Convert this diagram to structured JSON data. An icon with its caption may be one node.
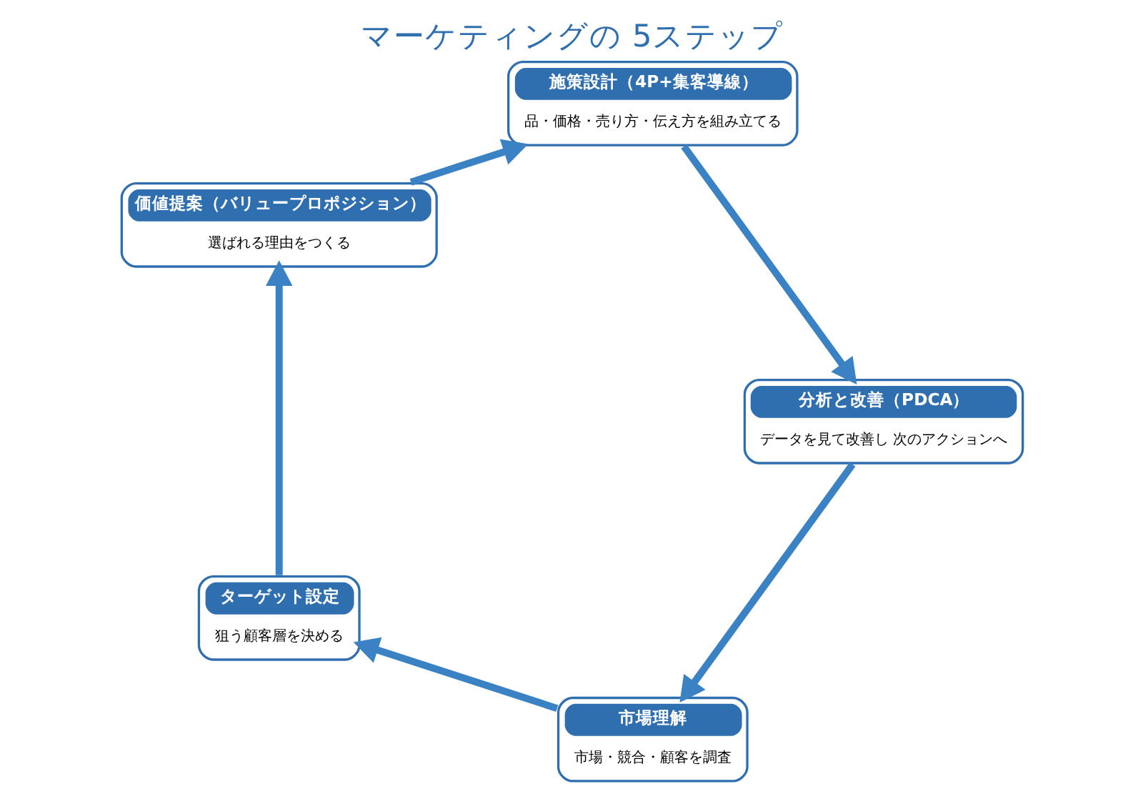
{
  "diagram": {
    "title": "マーケティングの 5ステップ",
    "nodes": [
      {
        "text": [
          "市場理解",
          "市場・競合・顧客を調査"
        ]
      },
      {
        "text": [
          "ターゲット設定",
          "狙う顧客層を決める"
        ]
      },
      {
        "text": [
          "価値提案（バリュープロポジション）",
          "選ばれる理由をつくる"
        ]
      },
      {
        "text": [
          "施策設計（4P+集客導線）",
          "品・価格・売り方・伝え方を組み立てる"
        ]
      },
      {
        "text": [
          "分析と改善（PDCA）",
          "データを見て改善し 次のアクションへ"
        ]
      }
    ],
    "edges": [
      {
        "from": 0,
        "to": 1,
        "arrow": "to"
      },
      {
        "from": 1,
        "to": 2,
        "arrow": "to"
      },
      {
        "from": 2,
        "to": 3,
        "arrow": "to"
      },
      {
        "from": 3,
        "to": 4,
        "arrow": "to"
      },
      {
        "from": 4,
        "to": 0,
        "arrow": "to"
      }
    ]
  }
}
